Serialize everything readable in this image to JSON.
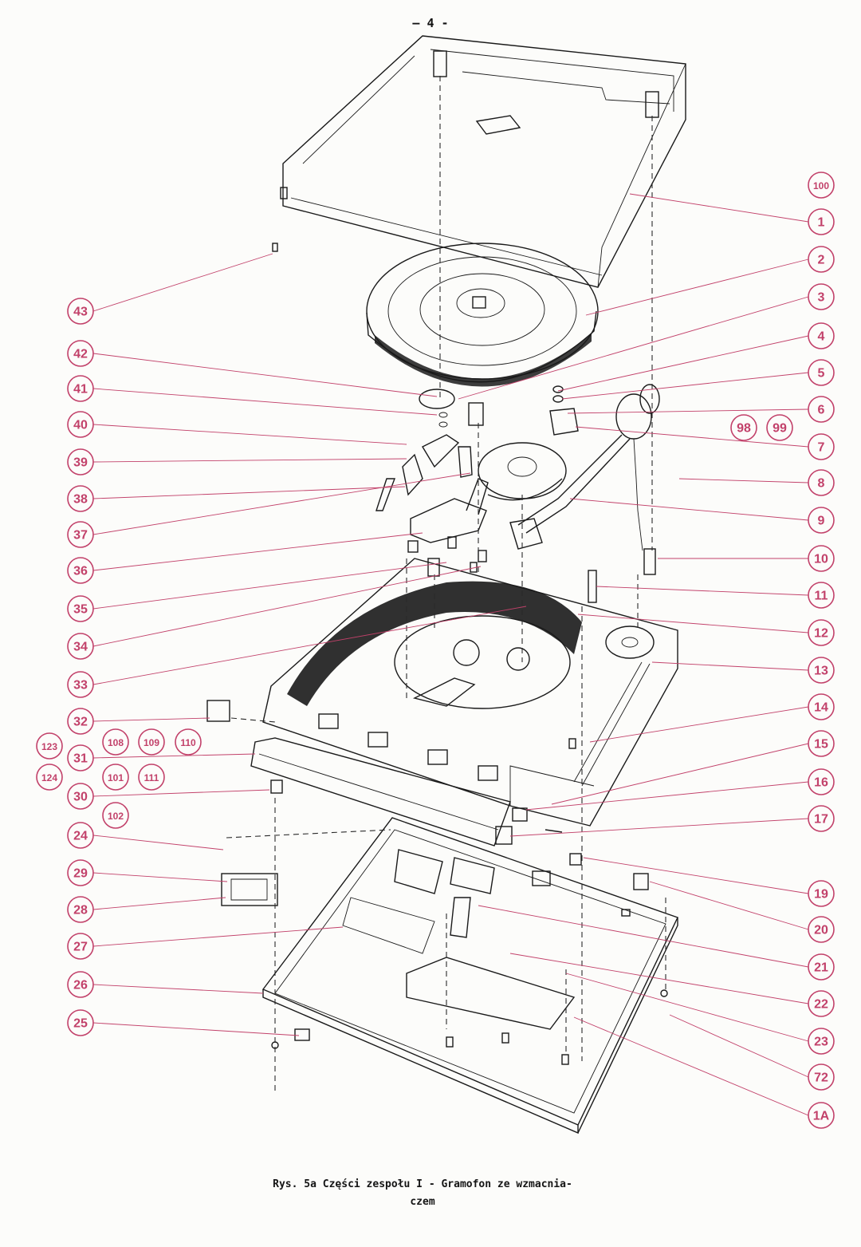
{
  "page_number": "— 4 -",
  "caption": {
    "line1": "Rys. 5a Części zespołu I - Gramofon ze wzmacnia-",
    "line2": "czem"
  },
  "colors": {
    "callout": "#c2416a",
    "ink": "#1a1a1a",
    "paper": "#fcfcfa"
  },
  "callouts_right": [
    "100",
    "1",
    "2",
    "3",
    "4",
    "5",
    "6",
    "98",
    "99",
    "7",
    "8",
    "9",
    "10",
    "11",
    "12",
    "13",
    "14",
    "15",
    "16",
    "17",
    "19",
    "20",
    "21",
    "22",
    "23",
    "72",
    "1A"
  ],
  "callouts_left": [
    "43",
    "42",
    "41",
    "40",
    "39",
    "38",
    "37",
    "36",
    "35",
    "34",
    "33",
    "32",
    "123",
    "108",
    "109",
    "110",
    "31",
    "124",
    "101",
    "111",
    "30",
    "102",
    "24",
    "29",
    "28",
    "27",
    "26",
    "25"
  ]
}
